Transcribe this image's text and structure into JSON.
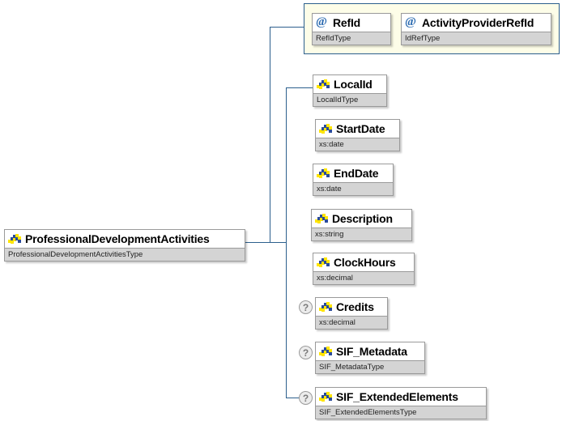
{
  "diagram": {
    "kind": "xsd-schema-tree",
    "root": {
      "name": "ProfessionalDevelopmentActivities",
      "type": "ProfessionalDevelopmentActivitiesType",
      "icon": "element-icon"
    },
    "attribute_group": {
      "attributes": [
        {
          "name": "RefId",
          "type": "RefIdType",
          "icon": "attribute-icon",
          "glyph": "@"
        },
        {
          "name": "ActivityProviderRefId",
          "type": "IdRefType",
          "icon": "attribute-icon",
          "glyph": "@"
        }
      ]
    },
    "children": [
      {
        "name": "LocalId",
        "type": "LocalIdType",
        "icon": "element-icon",
        "optional": false,
        "optional_glyph": ""
      },
      {
        "name": "StartDate",
        "type": "xs:date",
        "icon": "element-icon",
        "optional": false,
        "optional_glyph": ""
      },
      {
        "name": "EndDate",
        "type": "xs:date",
        "icon": "element-icon",
        "optional": false,
        "optional_glyph": ""
      },
      {
        "name": "Description",
        "type": "xs:string",
        "icon": "element-icon",
        "optional": false,
        "optional_glyph": ""
      },
      {
        "name": "ClockHours",
        "type": "xs:decimal",
        "icon": "element-icon",
        "optional": false,
        "optional_glyph": ""
      },
      {
        "name": "Credits",
        "type": "xs:decimal",
        "icon": "element-icon",
        "optional": true,
        "optional_glyph": "?"
      },
      {
        "name": "SIF_Metadata",
        "type": "SIF_MetadataType",
        "icon": "element-icon",
        "optional": true,
        "optional_glyph": "?"
      },
      {
        "name": "SIF_ExtendedElements",
        "type": "SIF_ExtendedElementsType",
        "icon": "element-icon",
        "optional": true,
        "optional_glyph": "?"
      }
    ],
    "colors": {
      "connector": "#2c5f8d",
      "attribute_group_fill": "#fdfde8",
      "node_border": "#9a9a9a",
      "node_type_fill": "#d4d4d4",
      "element_icon_blue": "#2a4b9b",
      "element_icon_yellow": "#ffe500",
      "attribute_glyph": "#2a6ab0",
      "optional_marker": "#ececec"
    }
  }
}
